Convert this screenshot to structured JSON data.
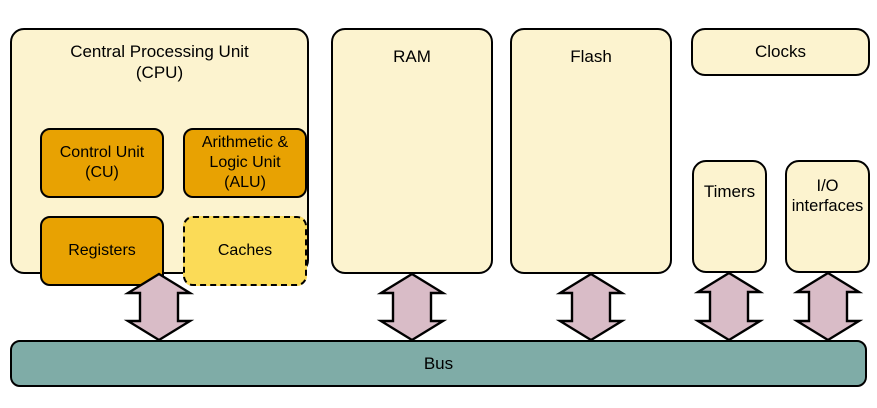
{
  "colors": {
    "block_fill": "#fcf3cf",
    "unit_fill": "#e8a202",
    "cache_fill": "#fbdb57",
    "bus_fill": "#7faca7",
    "arrow_fill": "#d9bcc7",
    "border": "#000000"
  },
  "cpu": {
    "title": "Central Processing Unit (CPU)",
    "control_unit_label": "Control Unit (CU)",
    "alu_label": "Arithmetic & Logic Unit (ALU)",
    "registers_label": "Registers",
    "caches_label": "Caches"
  },
  "memory": {
    "ram_label": "RAM",
    "flash_label": "Flash"
  },
  "peripherals": {
    "clocks_label": "Clocks",
    "timers_label": "Timers",
    "io_label": "I/O interfaces"
  },
  "bus": {
    "label": "Bus"
  }
}
